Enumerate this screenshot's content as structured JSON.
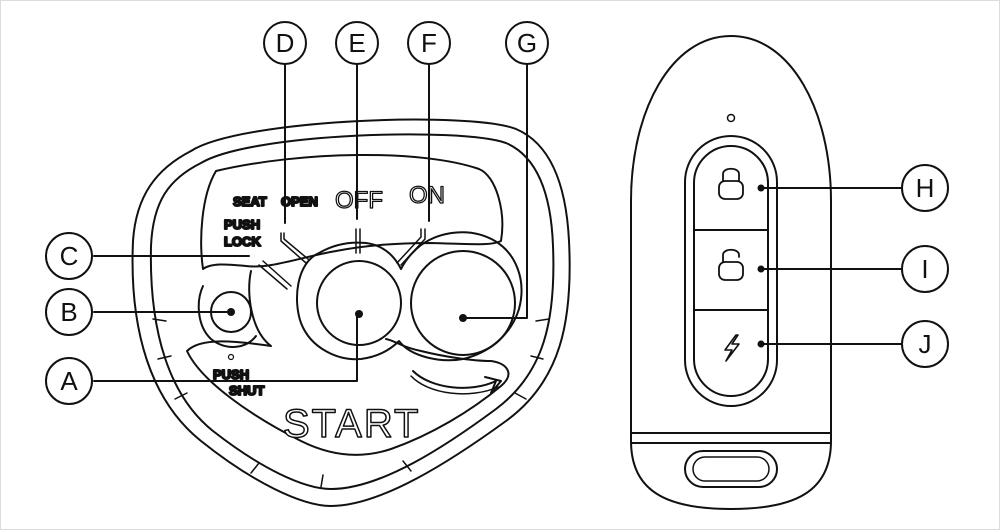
{
  "switch_panel": {
    "labels": {
      "seat": "SEAT",
      "open": "OPEN",
      "off": "OFF",
      "on": "ON",
      "push_lock_line1": "PUSH",
      "push_lock_line2": "LOCK",
      "push_shut_line1": "PUSH",
      "push_shut_line2": "SHUT",
      "start": "START"
    }
  },
  "callouts": {
    "a": "A",
    "b": "B",
    "c": "C",
    "d": "D",
    "e": "E",
    "f": "F",
    "g": "G",
    "h": "H",
    "i": "I",
    "j": "J"
  },
  "remote": {
    "buttons": [
      {
        "icon": "lock-closed-icon"
      },
      {
        "icon": "lock-open-icon"
      },
      {
        "icon": "lightning-icon"
      }
    ]
  },
  "colors": {
    "line": "#111111",
    "background": "#ffffff",
    "frame": "#dcdcdc"
  }
}
